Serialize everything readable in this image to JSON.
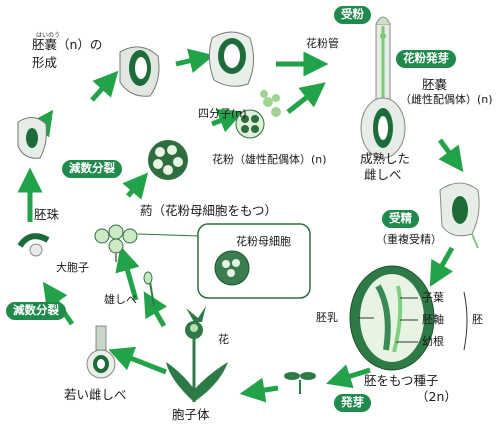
{
  "labels": {
    "hainou_ruby": "はいのう",
    "hainou_formation": "胚嚢（n）の",
    "formation": "形成",
    "kafunkan": "花粉管",
    "hainou": "胚嚢",
    "hainou_detail": "（雌性配偶体）(n)",
    "shibunshi": "四分子(n)",
    "kafun": "花粉（雄性配偶体）(n)",
    "seijuku": "成熟した",
    "meshibe": "雌しべ",
    "haishu": "胚珠",
    "yaku": "葯（花粉母細胞をもつ）",
    "kafun_bosaibou": "花粉母細胞",
    "daihoushi": "大胞子",
    "oshibe": "雄しべ",
    "hana": "花",
    "wakai_meshibe": "若い雌しべ",
    "houshitai": "胞子体",
    "jukusei_detail": "（重複受精）",
    "hainyu": "胚乳",
    "shiyou": "子葉",
    "haijiku": "胚軸",
    "yokon": "幼根",
    "hai": "胚",
    "shushi": "胚をもつ種子",
    "shushi_ploidy": "（2n）"
  },
  "badges": {
    "jufun": "受粉",
    "kafun_hatsuga": "花粉発芽",
    "gensuu_top": "減数分裂",
    "gensuu_bottom": "減数分裂",
    "jusei": "受精",
    "hatsuga": "発芽"
  },
  "colors": {
    "badge": "#1f8a4c",
    "arrow": "#22a34a",
    "dark_green": "#1e6b3a",
    "light_green": "#b8e0b0"
  }
}
